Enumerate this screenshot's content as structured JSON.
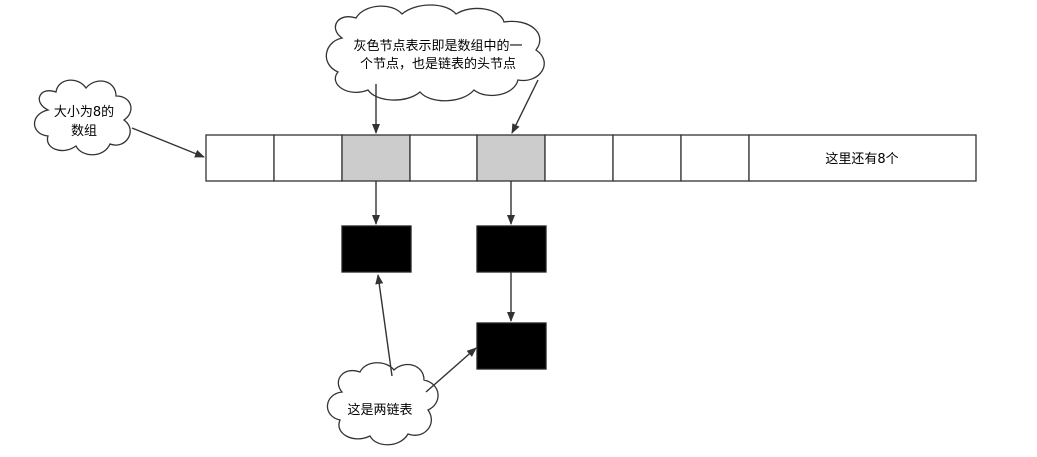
{
  "clouds": {
    "array_size_note": {
      "line1": "大小为8的",
      "line2": "数组"
    },
    "gray_node_note": {
      "line1": "灰色节点表示即是数组中的一",
      "line2": "个节点，也是链表的头节点"
    },
    "two_lists_note": {
      "line1": "这是两链表"
    }
  },
  "array": {
    "cell_count": 8,
    "highlighted_cells": [
      2,
      4
    ],
    "tail_label": "这里还有8个"
  },
  "colors": {
    "stroke": "#333333",
    "highlight_fill": "#cccccc",
    "node_fill": "#000000",
    "background": "#ffffff"
  }
}
